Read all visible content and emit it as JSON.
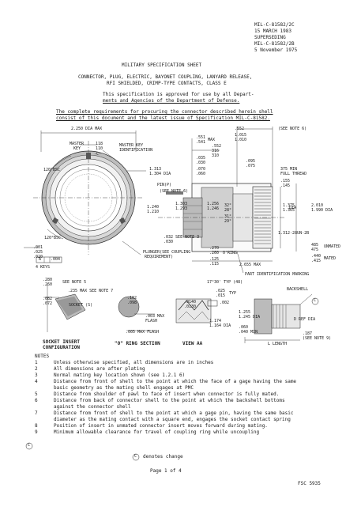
{
  "header": {
    "doc_id": "MIL-C-81582/2C",
    "date": "15 MARCH 1983",
    "superseding_label": "SUPERSEDING",
    "superseded_id": "MIL-C-81582/2B",
    "superseded_date": "5 November 1975"
  },
  "title": {
    "sheet": "MILITARY SPECIFICATION SHEET",
    "line1": "CONNECTOR, PLUG, ELECTRIC, BAYONET COUPLING, LANYARD RELEASE,",
    "line2": "RFI SHIELDED, CRIMP-TYPE CONTACTS, CLASS E"
  },
  "approval": {
    "line1": "This specification is approved for use by all Depart-",
    "line2": "ments and Agencies  of  the  Department  of  Defense."
  },
  "requirements": {
    "line1": "The complete requirements for procuring the connector described herein shell",
    "line2": "consist of this document and the latest issue of Specification  MIL-C-81582."
  },
  "drawing": {
    "labels": {
      "dia_max": "2.250 DIA MAX",
      "master_key": "MASTER",
      "master_key2": "KEY",
      "angle_118": "118",
      "angle_110": "110",
      "ref_c": "-C-",
      "master_key_id": "MASTER KEY",
      "master_key_id2": "IDENTIFICATION",
      "dia_1313": "1.313",
      "dia_1304": "1.304 DIA",
      "bsc120": "120°BSC",
      "bsc120b": "120°BSC",
      "d001": ".001",
      "d025": ".025",
      "d020": ".020",
      "datum_a": "A",
      "datum_004": ".004",
      "four_keys": "4 KEYS",
      "pin_p": "PIN(P)",
      "see_note6": "(SEE NOTE 6)",
      "see_note6b": "(SEE NOTE 6)",
      "d551": ".551",
      "d541": ".541",
      "max": "MAX",
      "d552": ".552",
      "d316": "316",
      "d310": "310",
      "d1015": "1.015",
      "d1010": "1.010",
      "d035": ".035",
      "d030": ".030",
      "d070": ".070",
      "d060": ".060",
      "d095": ".095",
      "d075": ".075",
      "d375": "375 MIN",
      "full_thread": "FULL THREAD",
      "d155": ".155",
      "d145": ".145",
      "d1303": "1.303",
      "d1293": "1.293",
      "d1240": "1.240",
      "d1210": "1.210",
      "d1256": "1.256",
      "d1246": "1.246",
      "d1375": "1.375",
      "d1365": "1.365",
      "dia": "DIA",
      "thread": "1.312-28UN-2B",
      "d2010": "2.010",
      "d1990": "1.990 DIA",
      "a32": "32°",
      "a28": "28°",
      "a31": "31°",
      "a29": "29°",
      "d032": ".032 SEE NOTE 3",
      "d030b": ".030",
      "unmated": "UNMATED",
      "d270": ".270",
      "d260": ".260",
      "oring": "O'RING",
      "d485": "485",
      "d475": "475",
      "d440": ".440",
      "d415": ".415",
      "mated": "MATED",
      "d125": ".125",
      "d115": ".115",
      "d2655": "2.655 MAX",
      "plunger": "PLUNGER(SEE COUPLING",
      "plunger2": "REQUIREMENT)",
      "part_id": "PART IDENTIFICATION MARKING"
    },
    "details": {
      "d280": ".280",
      "d260": ".260",
      "see_note5": "SEE NOTE 5",
      "d082": ".082",
      "d072": ".072",
      "d235": ".235 MAX SEE NOTE 7",
      "socket": "SOCKET (S)",
      "d102": ".102",
      "d098": ".098",
      "d003": ".003 MAX",
      "flash": "FLASH",
      "d005": ".005 MAX FLASH",
      "angle_1730": "17°30' TYP (48)",
      "d025": ".025",
      "d015": ".015",
      "typ": "TYP",
      "d0140": ".0140",
      "d0130": ".0130",
      "d002": ".002",
      "d1174": "1.174",
      "d1164": "1.164 DIA",
      "backshell": "BACKSHELL",
      "d1255": "1.255",
      "d1245": "1.245 DIA",
      "d_ref": "D REF DIA",
      "d187": ".187",
      "see_note9": "(SEE NOTE 9)",
      "d060": ".060",
      "d040": ".040 MIN",
      "l_length": "L LENGTH",
      "circle_mark": "C"
    },
    "captions": {
      "socket_insert": "SOCKET INSERT",
      "configuration": "CONFIGURATION",
      "oring_section": "\"O\" RING SECTION",
      "view_aa": "VIEW AA"
    }
  },
  "notes": {
    "heading": "NOTES",
    "items": [
      {
        "num": "1",
        "text": "Unless otherwise specified, all dimensions are in inches"
      },
      {
        "num": "2",
        "text": "All dimensions are after plating"
      },
      {
        "num": "3",
        "text": "Normal mating key location shown (see 1.2.1 6)"
      },
      {
        "num": "4",
        "text": "Distance from front of shell to the point at which the face of a gage having the same"
      },
      {
        "num": "",
        "text": "basic geometry as the mating shell engages at PMC"
      },
      {
        "num": "5",
        "text": "Distance from shoulder of pawl to face of insert when connector is fully mated."
      },
      {
        "num": "6",
        "text": "Distance from back of connector shell to the point at which the backshell bottoms"
      },
      {
        "num": "",
        "text": "against the connector shell"
      },
      {
        "num": "7",
        "text": "Distance from front of shell to the point at which a gage pin, having the same basic"
      },
      {
        "num": "",
        "text": "diameter as the mating contact with a square end, engages the socket contact spring"
      },
      {
        "num": "8",
        "text": "Position of insert in unmated connector insert moves forward during mating."
      },
      {
        "num": "9",
        "text": "Minimum allowable clearance for travel of coupling ring while uncoupling"
      }
    ],
    "change_mark": "C",
    "denotes_change": "denotes change"
  },
  "footer": {
    "page": "Page 1 of 4",
    "fsc": "FSC 5935"
  }
}
